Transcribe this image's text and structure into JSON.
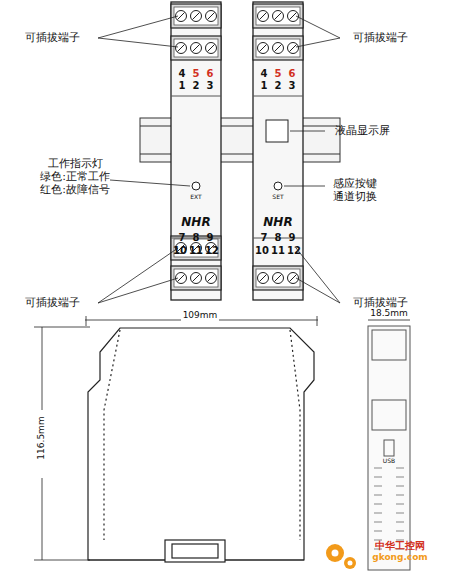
{
  "diagram": {
    "labels": [
      "可插拔端子",
      "可插拔端子",
      "4",
      "5",
      "6",
      "1",
      "2",
      "3",
      "4",
      "5",
      "6",
      "1",
      "2",
      "3",
      "液晶显示屏",
      "工作指示灯",
      "绿色:正常工作",
      "红色:故障信号",
      "EXT",
      "SET",
      "感应按键",
      "通道切换",
      "NHR",
      "NHR",
      "7",
      "8",
      "9",
      "10",
      "11",
      "12",
      "7",
      "8",
      "9",
      "10",
      "11",
      "12",
      "可插拔端子",
      "可插拔端子",
      "109mm",
      "116.5mm",
      "18.5mm",
      "USB",
      "中华工控网",
      "gkong.com"
    ]
  }
}
